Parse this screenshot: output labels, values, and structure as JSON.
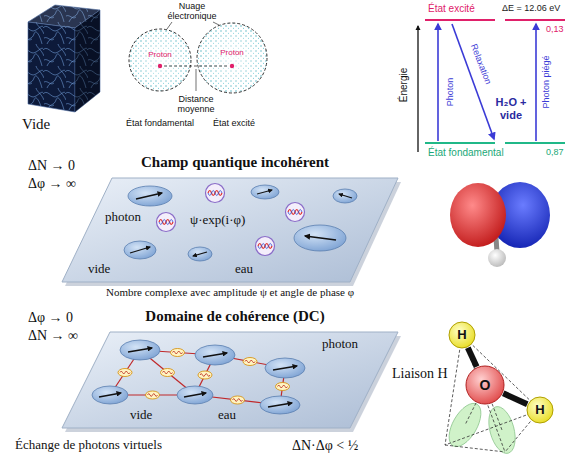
{
  "diagram": {
    "nodes": [
      {
        "text": [
          "Proton"
        ]
      },
      {
        "text": [
          "Proton"
        ]
      },
      {
        "text": [
          "Champ quantique incohérent",
          "photon",
          "ψ·exp(i·φ)",
          "vide",
          "eau",
          "Nombre complexe avec amplitude ψ et angle de phase φ"
        ]
      },
      {
        "text": [
          "Domaine de cohérence (DC)",
          "photon",
          "vide",
          "eau",
          "Échange de photons virtuels"
        ]
      },
      {
        "text": [
          "H"
        ]
      },
      {
        "text": [
          "O"
        ]
      },
      {
        "text": [
          "H"
        ]
      }
    ],
    "edges": [
      {
        "from": 5,
        "to": 4,
        "arrow": "none"
      },
      {
        "from": 5,
        "to": 6,
        "arrow": "none"
      }
    ],
    "labels": [
      "Vide",
      "Nuage électronique",
      "Distance moyenne",
      "État fondamental",
      "État excité",
      "État excité",
      "ΔE = 12.06 eV",
      "0,13",
      "Énergie",
      "Photon",
      "Relaxation",
      "H₂O + vide",
      "Photon piégé",
      "État fondamental",
      "0,87",
      "ΔN → 0",
      "Δφ → ∞",
      "Δφ → 0",
      "ΔN → ∞",
      "Liaison H",
      "ΔN·Δφ < ½"
    ]
  }
}
